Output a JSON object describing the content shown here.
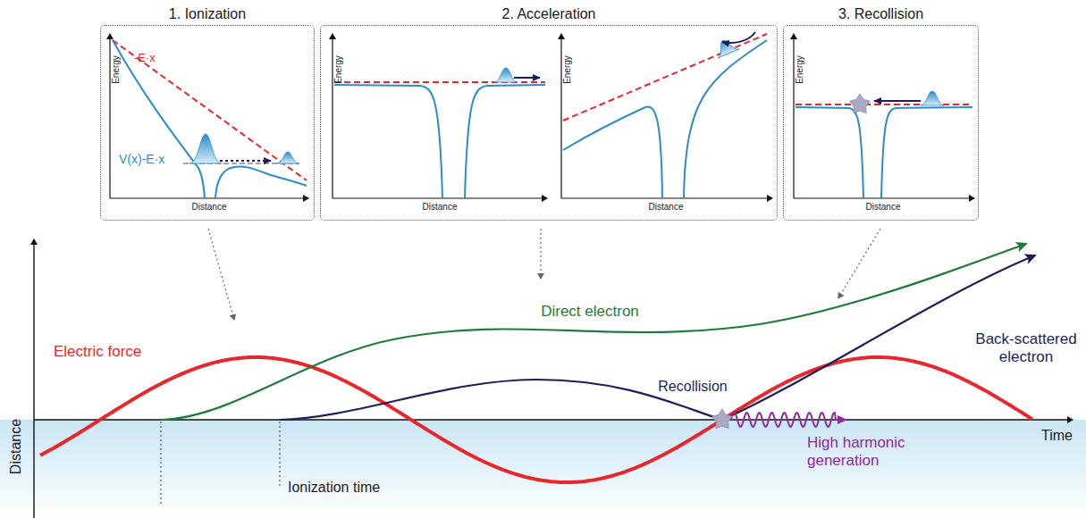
{
  "diagram": {
    "nodes": [
      {
        "text": [
          "1. Ionization"
        ]
      },
      {
        "text": [
          "2. Acceleration"
        ]
      },
      {
        "text": [
          "3. Recollision"
        ]
      }
    ],
    "labels": [
      "-E·x",
      "V(x)-E·x",
      "Energy",
      "Distance",
      "Energy",
      "Distance",
      "Energy",
      "Distance",
      "Energy",
      "Distance",
      "Electric force",
      "Direct electron",
      "Recollision",
      "Back-scattered electron",
      "High harmonic generation",
      "Distance",
      "Time",
      "Ionization time"
    ]
  }
}
